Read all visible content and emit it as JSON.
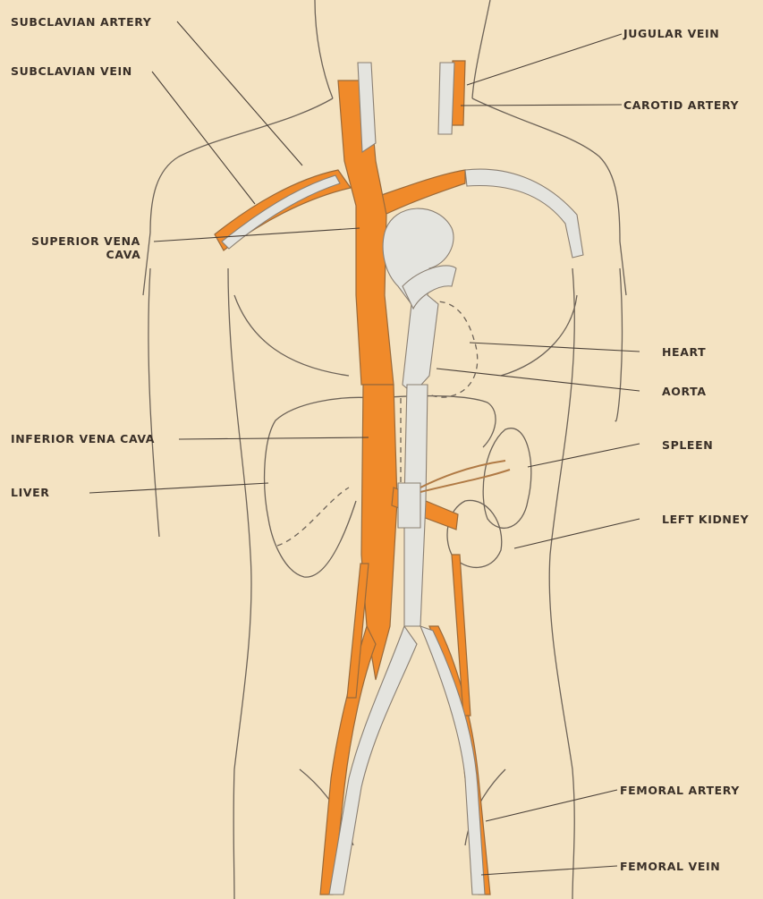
{
  "labels": {
    "subclavian_artery": "SUBCLAVIAN ARTERY",
    "subclavian_vein": "SUBCLAVIAN VEIN",
    "superior_vena_cava_line1": "SUPERIOR VENA",
    "superior_vena_cava_line2": "CAVA",
    "inferior_vena_cava": "INFERIOR VENA CAVA",
    "liver": "LIVER",
    "jugular_vein": "JUGULAR VEIN",
    "carotid_artery": "CAROTID ARTERY",
    "heart": "HEART",
    "aorta": "AORTA",
    "spleen": "SPLEEN",
    "left_kidney": "LEFT KIDNEY",
    "femoral_artery": "FEMORAL ARTERY",
    "femoral_vein": "FEMORAL VEIN"
  },
  "colors": {
    "background": "#f4e3c2",
    "vein": "#f08a2a",
    "artery": "#e4e4df",
    "outline": "#6d6358",
    "vessel_edge": "#9a6a3a"
  }
}
